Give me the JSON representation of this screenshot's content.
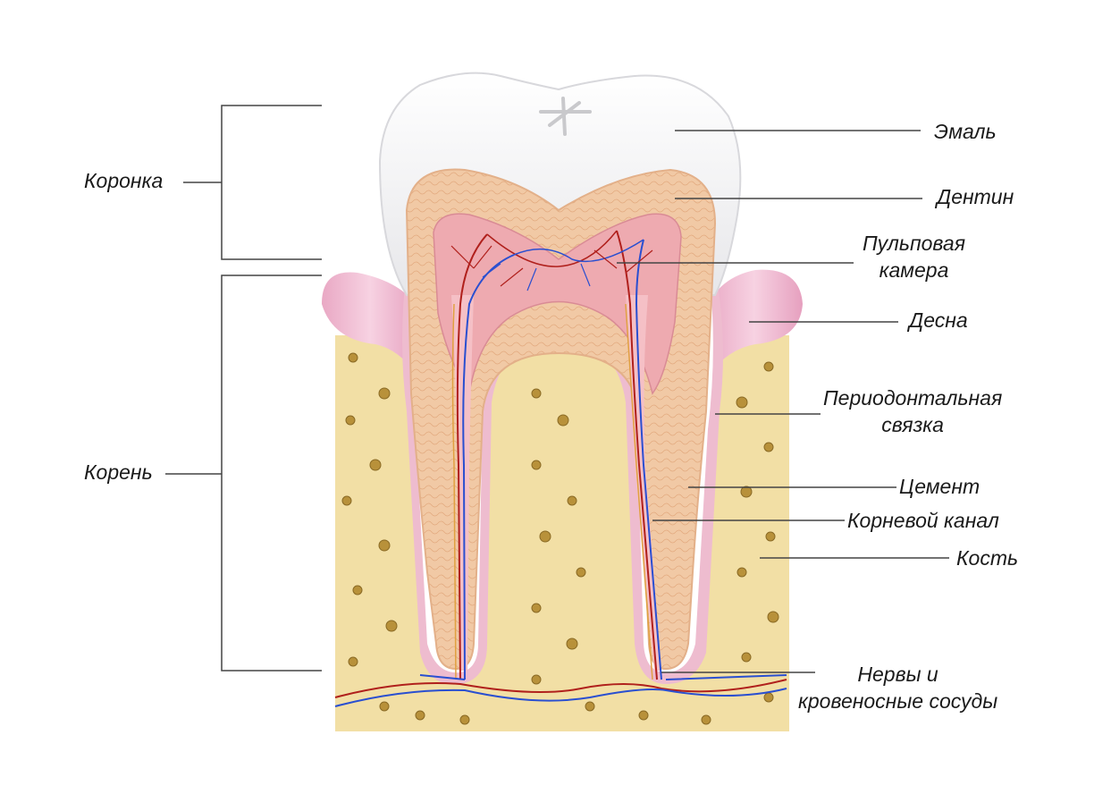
{
  "labels": {
    "crown": "Коронка",
    "root": "Корень",
    "enamel": "Эмаль",
    "dentin": "Дентин",
    "pulp_chamber_1": "Пульповая",
    "pulp_chamber_2": "камера",
    "gum": "Десна",
    "periodontal_1": "Периодонтальная",
    "periodontal_2": "связка",
    "cementum": "Цемент",
    "root_canal": "Корневой канал",
    "bone": "Кость",
    "nerves_1": "Нервы и",
    "nerves_2": "кровеносные сосуды"
  },
  "colors": {
    "enamel": "#f4f4f4",
    "dentin": "#f1c9a5",
    "pulp": "#eeaab0",
    "gum": "#f2b9d0",
    "bone": "#f2dfa5",
    "artery": "#b0201c",
    "vein": "#2a4fd0"
  }
}
